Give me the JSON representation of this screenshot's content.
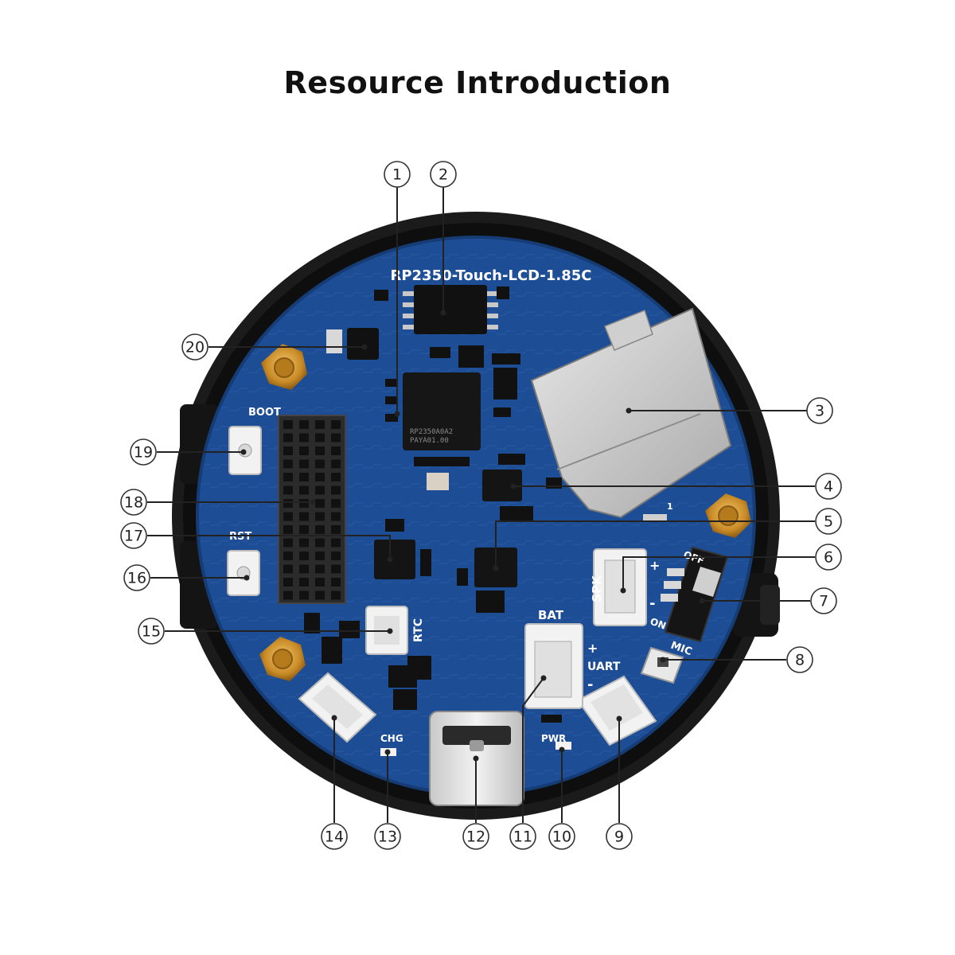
{
  "title": "Resource Introduction",
  "board": {
    "name": "RP2350-Touch-LCD-1.85C",
    "labels": {
      "boot": "BOOT",
      "rst": "RST",
      "rtc": "RTC",
      "spk": "SPK",
      "bat": "BAT",
      "uart": "UART",
      "mic": "MIC",
      "chg": "CHG",
      "pwr": "PWR",
      "off": "OFF",
      "on": "ON",
      "plus": "+",
      "minus": "-",
      "j1": "1"
    },
    "chip_marking": [
      "RP2350A0A2",
      "PAYA01.00"
    ]
  },
  "callouts": [
    "1",
    "2",
    "3",
    "4",
    "5",
    "6",
    "7",
    "8",
    "9",
    "10",
    "11",
    "12",
    "13",
    "14",
    "15",
    "16",
    "17",
    "18",
    "19",
    "20"
  ]
}
